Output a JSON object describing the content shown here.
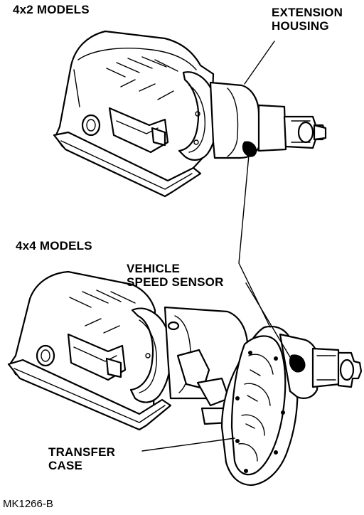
{
  "labels": {
    "section_4x2": "4x2 MODELS",
    "section_4x4": "4x4 MODELS",
    "extension_housing_line1": "EXTENSION",
    "extension_housing_line2": "HOUSING",
    "vss_line1": "VEHICLE",
    "vss_line2": "SPEED SENSOR",
    "transfer_case_line1": "TRANSFER",
    "transfer_case_line2": "CASE",
    "figure_id": "MK1266-B"
  }
}
